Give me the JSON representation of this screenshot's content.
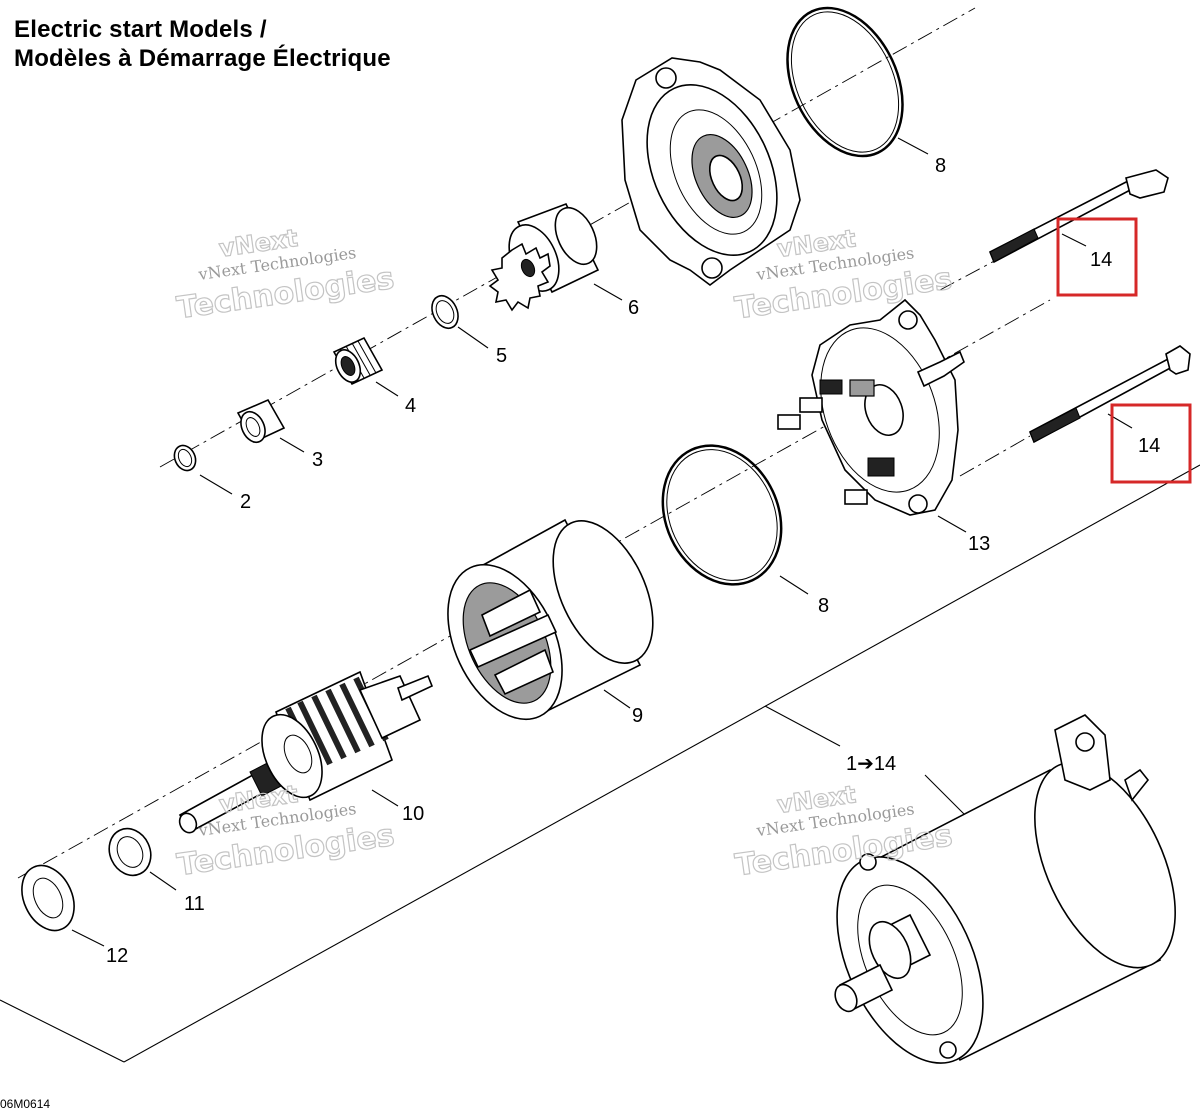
{
  "title": {
    "line1": "Electric start Models /",
    "line2": "Modèles à Démarrage Électrique"
  },
  "reference_code": "06M0614",
  "watermark": {
    "line1": "vNext Technologies",
    "line2": "Technologies",
    "line0": "vNext"
  },
  "callouts": {
    "p2": "2",
    "p3": "3",
    "p4": "4",
    "p5": "5",
    "p6": "6",
    "p8_top": "8",
    "p8_mid": "8",
    "p9": "9",
    "p10": "10",
    "p11": "11",
    "p12": "12",
    "p13": "13",
    "p14_top": "14",
    "p14_mid": "14",
    "assembly": "1➔14"
  },
  "highlight_color": "#d62828"
}
